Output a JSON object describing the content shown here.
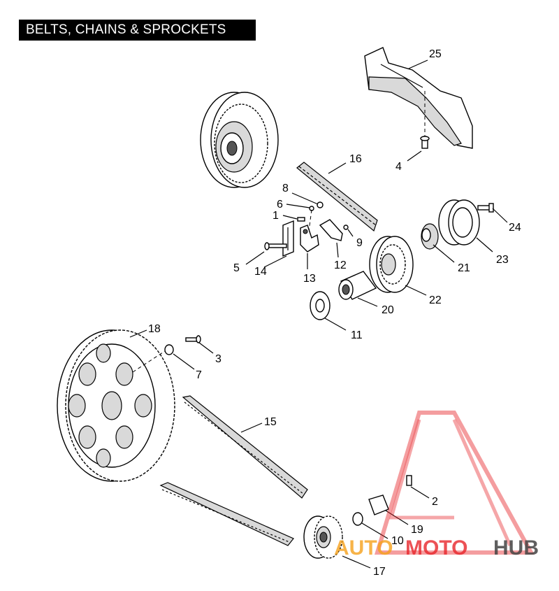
{
  "header": {
    "title": "BELTS, CHAINS & SPROCKETS"
  },
  "callouts": [
    "25",
    "4",
    "16",
    "8",
    "6",
    "1",
    "9",
    "12",
    "24",
    "5",
    "14",
    "13",
    "21",
    "23",
    "22",
    "20",
    "11",
    "18",
    "3",
    "7",
    "15",
    "2",
    "19",
    "10",
    "17"
  ],
  "watermark": {
    "part1": "AUTO",
    "part2": "MOTO",
    "part3": "HUB",
    "color_red": "#e8262b",
    "color_orange": "#f6a11b",
    "color_gray": "#444444"
  },
  "colors": {
    "ink": "#000000",
    "background": "#ffffff",
    "shade": "#d9d9d9"
  }
}
